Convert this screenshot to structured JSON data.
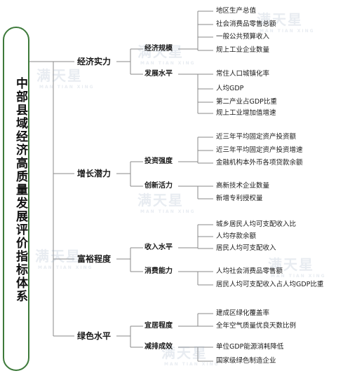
{
  "root": "中部县域经济高质量发展评价指标体系",
  "watermark": {
    "text": "满天星",
    "subtext": "MAN TIAN XING"
  },
  "categories": [
    {
      "label": "经济实力",
      "subs": [
        {
          "label": "经济规模",
          "items": [
            "地区生产总值",
            "社会消费品零售总额",
            "一般公共预算收入",
            "规上工业企业数量"
          ]
        },
        {
          "label": "发展水平",
          "items": [
            "常住人口城镇化率",
            "人均GDP",
            "第二产业占GDP比重",
            "规上工业增加值增速"
          ]
        }
      ]
    },
    {
      "label": "增长潜力",
      "subs": [
        {
          "label": "投资强度",
          "items": [
            "近三年平均固定资产投资额",
            "近三年平均固定资产投资增速",
            "金融机构本外币各项贷款余额"
          ]
        },
        {
          "label": "创新活力",
          "items": [
            "高新技术企业数量",
            "新增专利授权量"
          ]
        }
      ]
    },
    {
      "label": "富裕程度",
      "subs": [
        {
          "label": "收入水平",
          "items": [
            "城乡居民人均可支配收入比",
            "人均存款余额",
            "居民人均可支配收入"
          ]
        },
        {
          "label": "消费能力",
          "items": [
            "人均社会消费品零售额",
            "居民人均可支配收入占人均GDP比重"
          ]
        }
      ]
    },
    {
      "label": "绿色水平",
      "subs": [
        {
          "label": "宜居程度",
          "items": [
            "建成区绿化覆盖率",
            "全年空气质量优良天数比例"
          ]
        },
        {
          "label": "减排成效",
          "items": [
            "单位GDP能源消耗降低",
            "国家级绿色制造企业"
          ]
        }
      ]
    }
  ]
}
